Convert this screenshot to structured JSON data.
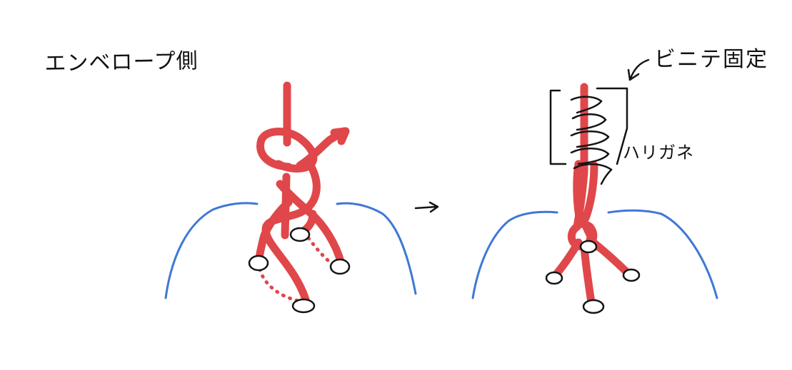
{
  "labels": {
    "title": "エンベロープ側",
    "fixing_method": "ビニテ固定",
    "wire": "ハリガネ"
  },
  "arrow_glyph": "→",
  "colors": {
    "rope": "#e0474a",
    "envelope": "#3f78d4",
    "ink": "#141414"
  }
}
